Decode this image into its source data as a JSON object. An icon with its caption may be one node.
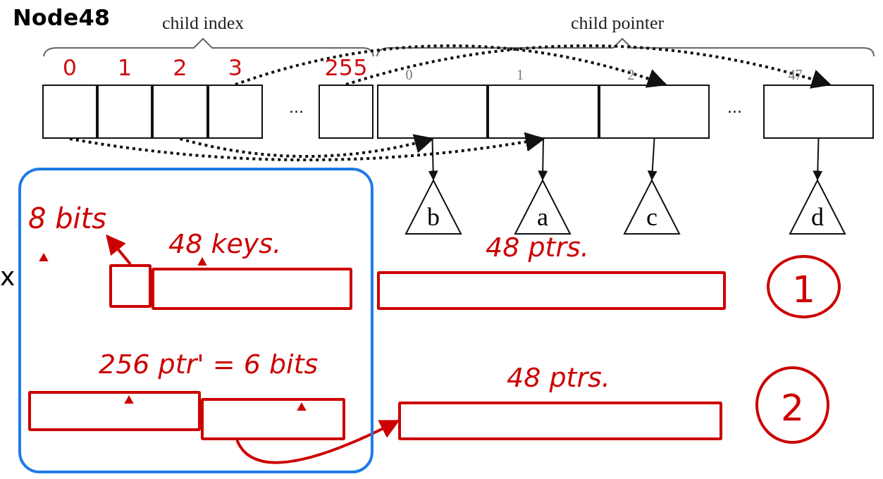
{
  "diagram": {
    "title": "Node48",
    "nodes": [
      {
        "text": [],
        "shape": "box",
        "beside": [
          "0"
        ]
      },
      {
        "text": [],
        "shape": "box",
        "beside": [
          "1"
        ]
      },
      {
        "text": [],
        "shape": "box",
        "beside": [
          "2"
        ]
      },
      {
        "text": [],
        "shape": "box",
        "beside": [
          "3"
        ]
      },
      {
        "text": [],
        "shape": "box",
        "beside": [
          "255"
        ]
      },
      {
        "text": [],
        "shape": "box",
        "beside": [
          "0"
        ]
      },
      {
        "text": [],
        "shape": "box",
        "beside": [
          "1"
        ]
      },
      {
        "text": [],
        "shape": "box",
        "beside": [
          "2"
        ]
      },
      {
        "text": [],
        "shape": "box",
        "beside": [
          "47"
        ]
      },
      {
        "text": [
          "b"
        ]
      },
      {
        "text": [
          "a"
        ]
      },
      {
        "text": [
          "c"
        ]
      },
      {
        "text": [
          "d"
        ]
      },
      {
        "text": [],
        "shape": "box"
      },
      {
        "text": [],
        "shape": "box",
        "in": 13
      },
      {
        "text": [],
        "shape": "box",
        "in": 13,
        "beside": [
          "48 keys."
        ]
      },
      {
        "text": [],
        "shape": "box",
        "in": 13
      },
      {
        "text": [],
        "shape": "box",
        "in": 13
      },
      {
        "text": [],
        "shape": "box",
        "beside": [
          "48 ptrs."
        ]
      },
      {
        "text": [],
        "shape": "box",
        "beside": [
          "48 ptrs."
        ]
      },
      {
        "text": [
          "1"
        ]
      },
      {
        "text": [
          "2"
        ]
      },
      {
        "text": [
          "8 bits"
        ],
        "in": 13
      }
    ],
    "edges": [
      {
        "from": 0,
        "to": 6,
        "arrow": "to",
        "style": "dashed"
      },
      {
        "from": 2,
        "to": 5,
        "arrow": "to",
        "style": "dashed"
      },
      {
        "from": 3,
        "to": 7,
        "arrow": "to",
        "style": "dashed"
      },
      {
        "from": 4,
        "to": 8,
        "arrow": "to",
        "style": "dashed"
      },
      {
        "from": 5,
        "to": 9,
        "arrow": "to"
      },
      {
        "from": 6,
        "to": 10,
        "arrow": "to"
      },
      {
        "from": 7,
        "to": 11,
        "arrow": "to"
      },
      {
        "from": 8,
        "to": 12,
        "arrow": "to"
      },
      {
        "from": 14,
        "to": 22,
        "arrow": "to",
        "color": "#cc0000"
      },
      {
        "from": 17,
        "to": 19,
        "arrow": "to",
        "color": "#cc0000"
      }
    ],
    "labels": [
      "child index",
      "child pointer",
      "...",
      "...",
      "x",
      "256 ptr' = 6 bits"
    ]
  }
}
